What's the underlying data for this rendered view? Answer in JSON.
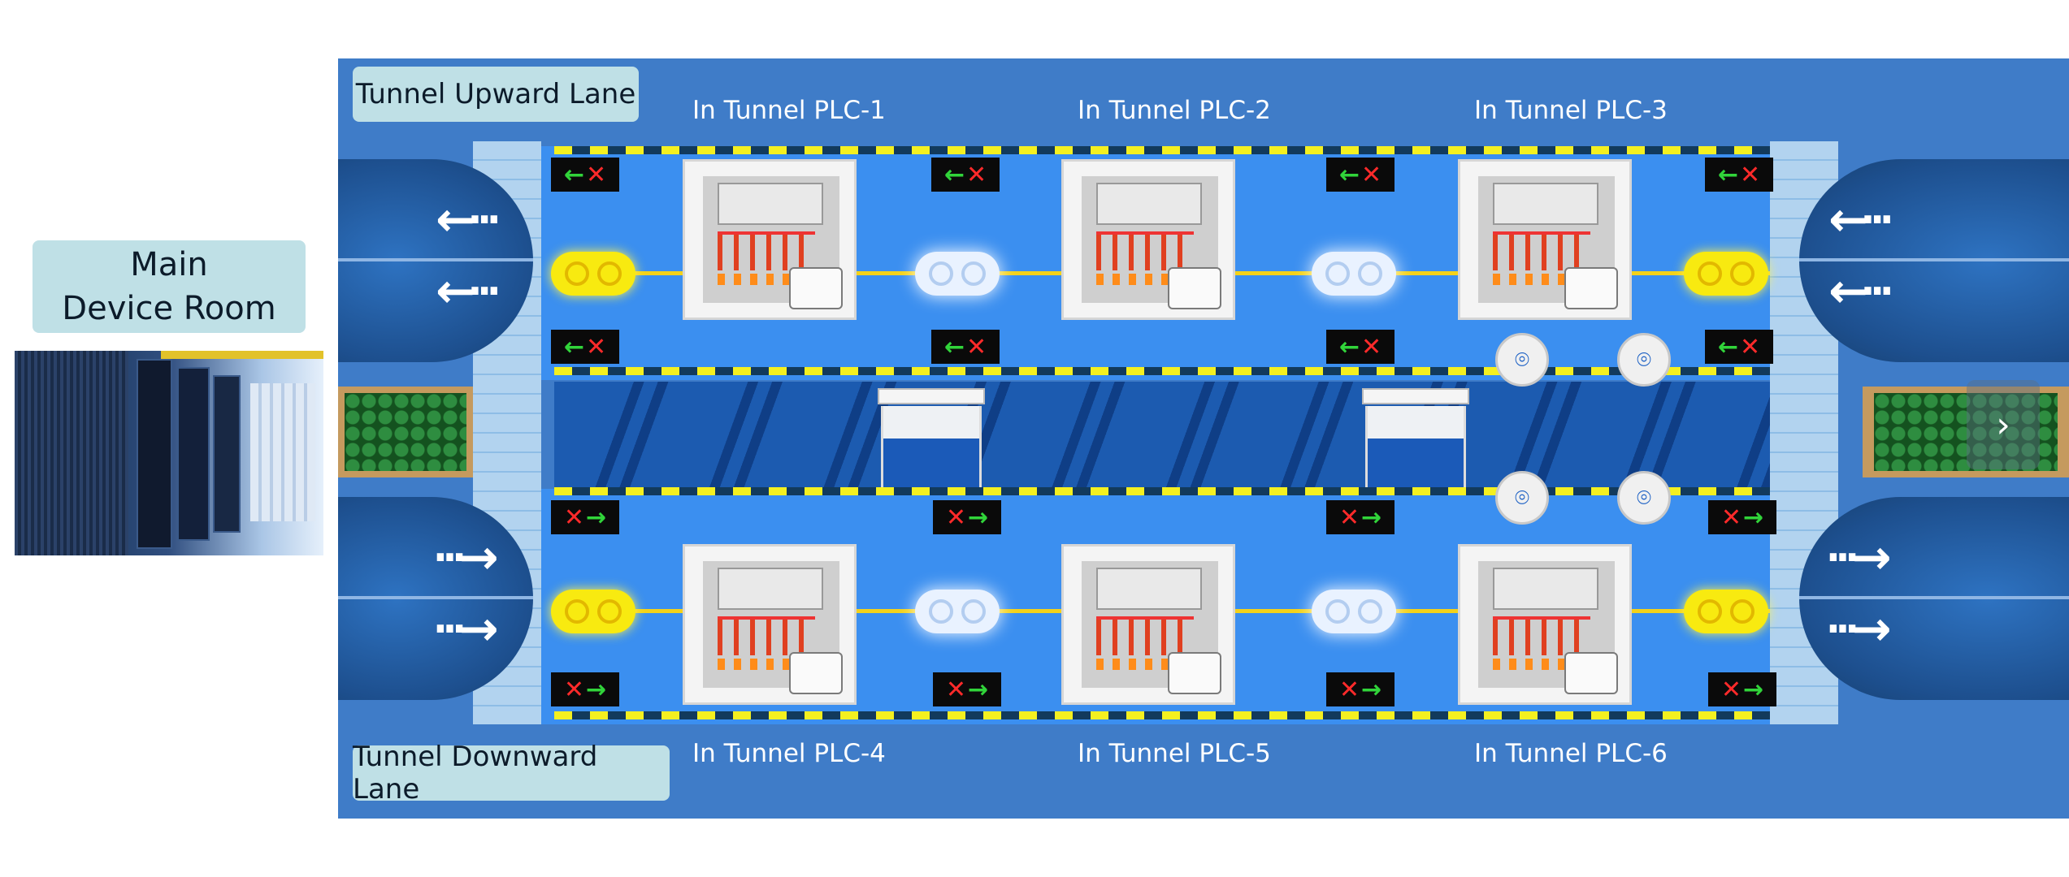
{
  "main_room": {
    "line1": "Main",
    "line2": "Device Room"
  },
  "upward_lane": {
    "label": "Tunnel Upward Lane"
  },
  "downward_lane": {
    "label": "Tunnel Downward Lane"
  },
  "plcs": [
    {
      "name": "In Tunnel PLC-1"
    },
    {
      "name": "In Tunnel PLC-2"
    },
    {
      "name": "In Tunnel PLC-3"
    },
    {
      "name": "In Tunnel PLC-4"
    },
    {
      "name": "In Tunnel PLC-5"
    },
    {
      "name": "In Tunnel PLC-6"
    }
  ],
  "icons": {
    "upward_signal": "left-arrow-red-x-signal-icon",
    "downward_signal": "red-x-right-arrow-signal-icon",
    "portal_left_arrow": "left-arrow-icon",
    "portal_right_arrow": "right-arrow-icon",
    "lamp": "tunnel-lamp-icon",
    "camera": "surveillance-camera-icon",
    "plc": "plc-cabinet-icon",
    "switch": "network-switch-icon",
    "next": "chevron-right-icon"
  },
  "colors": {
    "tunnel_bg": "#3f7cc8",
    "road": "#3b8ff0",
    "label_bg": "#bfe0e6",
    "signal_green": "#31d43a",
    "signal_red": "#ff2a2a",
    "lamp_on": "#f8ea10"
  },
  "lamps": {
    "upward": [
      "on",
      "off",
      "off",
      "on"
    ],
    "downward": [
      "on",
      "off",
      "off",
      "on"
    ]
  }
}
